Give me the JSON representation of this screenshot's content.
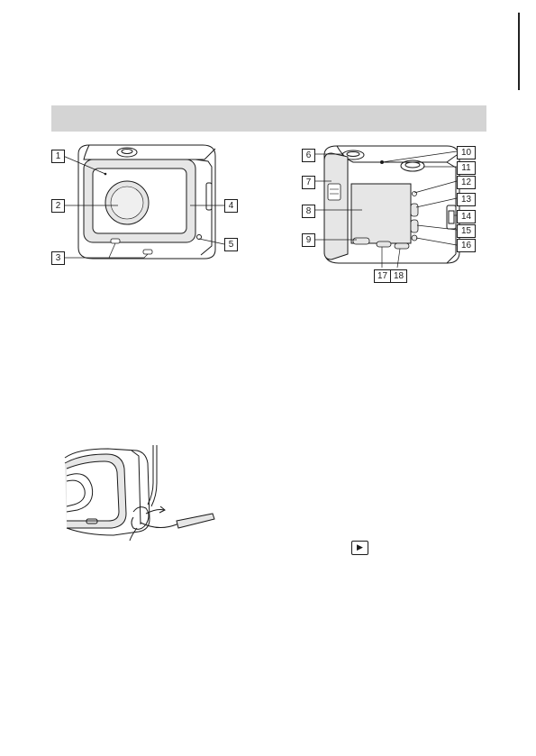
{
  "front_view": {
    "callouts": [
      "1",
      "2",
      "3",
      "4",
      "5"
    ]
  },
  "rear_view": {
    "callouts": [
      "6",
      "7",
      "8",
      "9",
      "10",
      "11",
      "12",
      "13",
      "14",
      "15",
      "16",
      "17",
      "18"
    ]
  },
  "playback_icon": "▶",
  "colors": {
    "band": "#d4d4d4",
    "line_art": "#1a1a1a",
    "panel_fill": "#e6e6e6"
  }
}
